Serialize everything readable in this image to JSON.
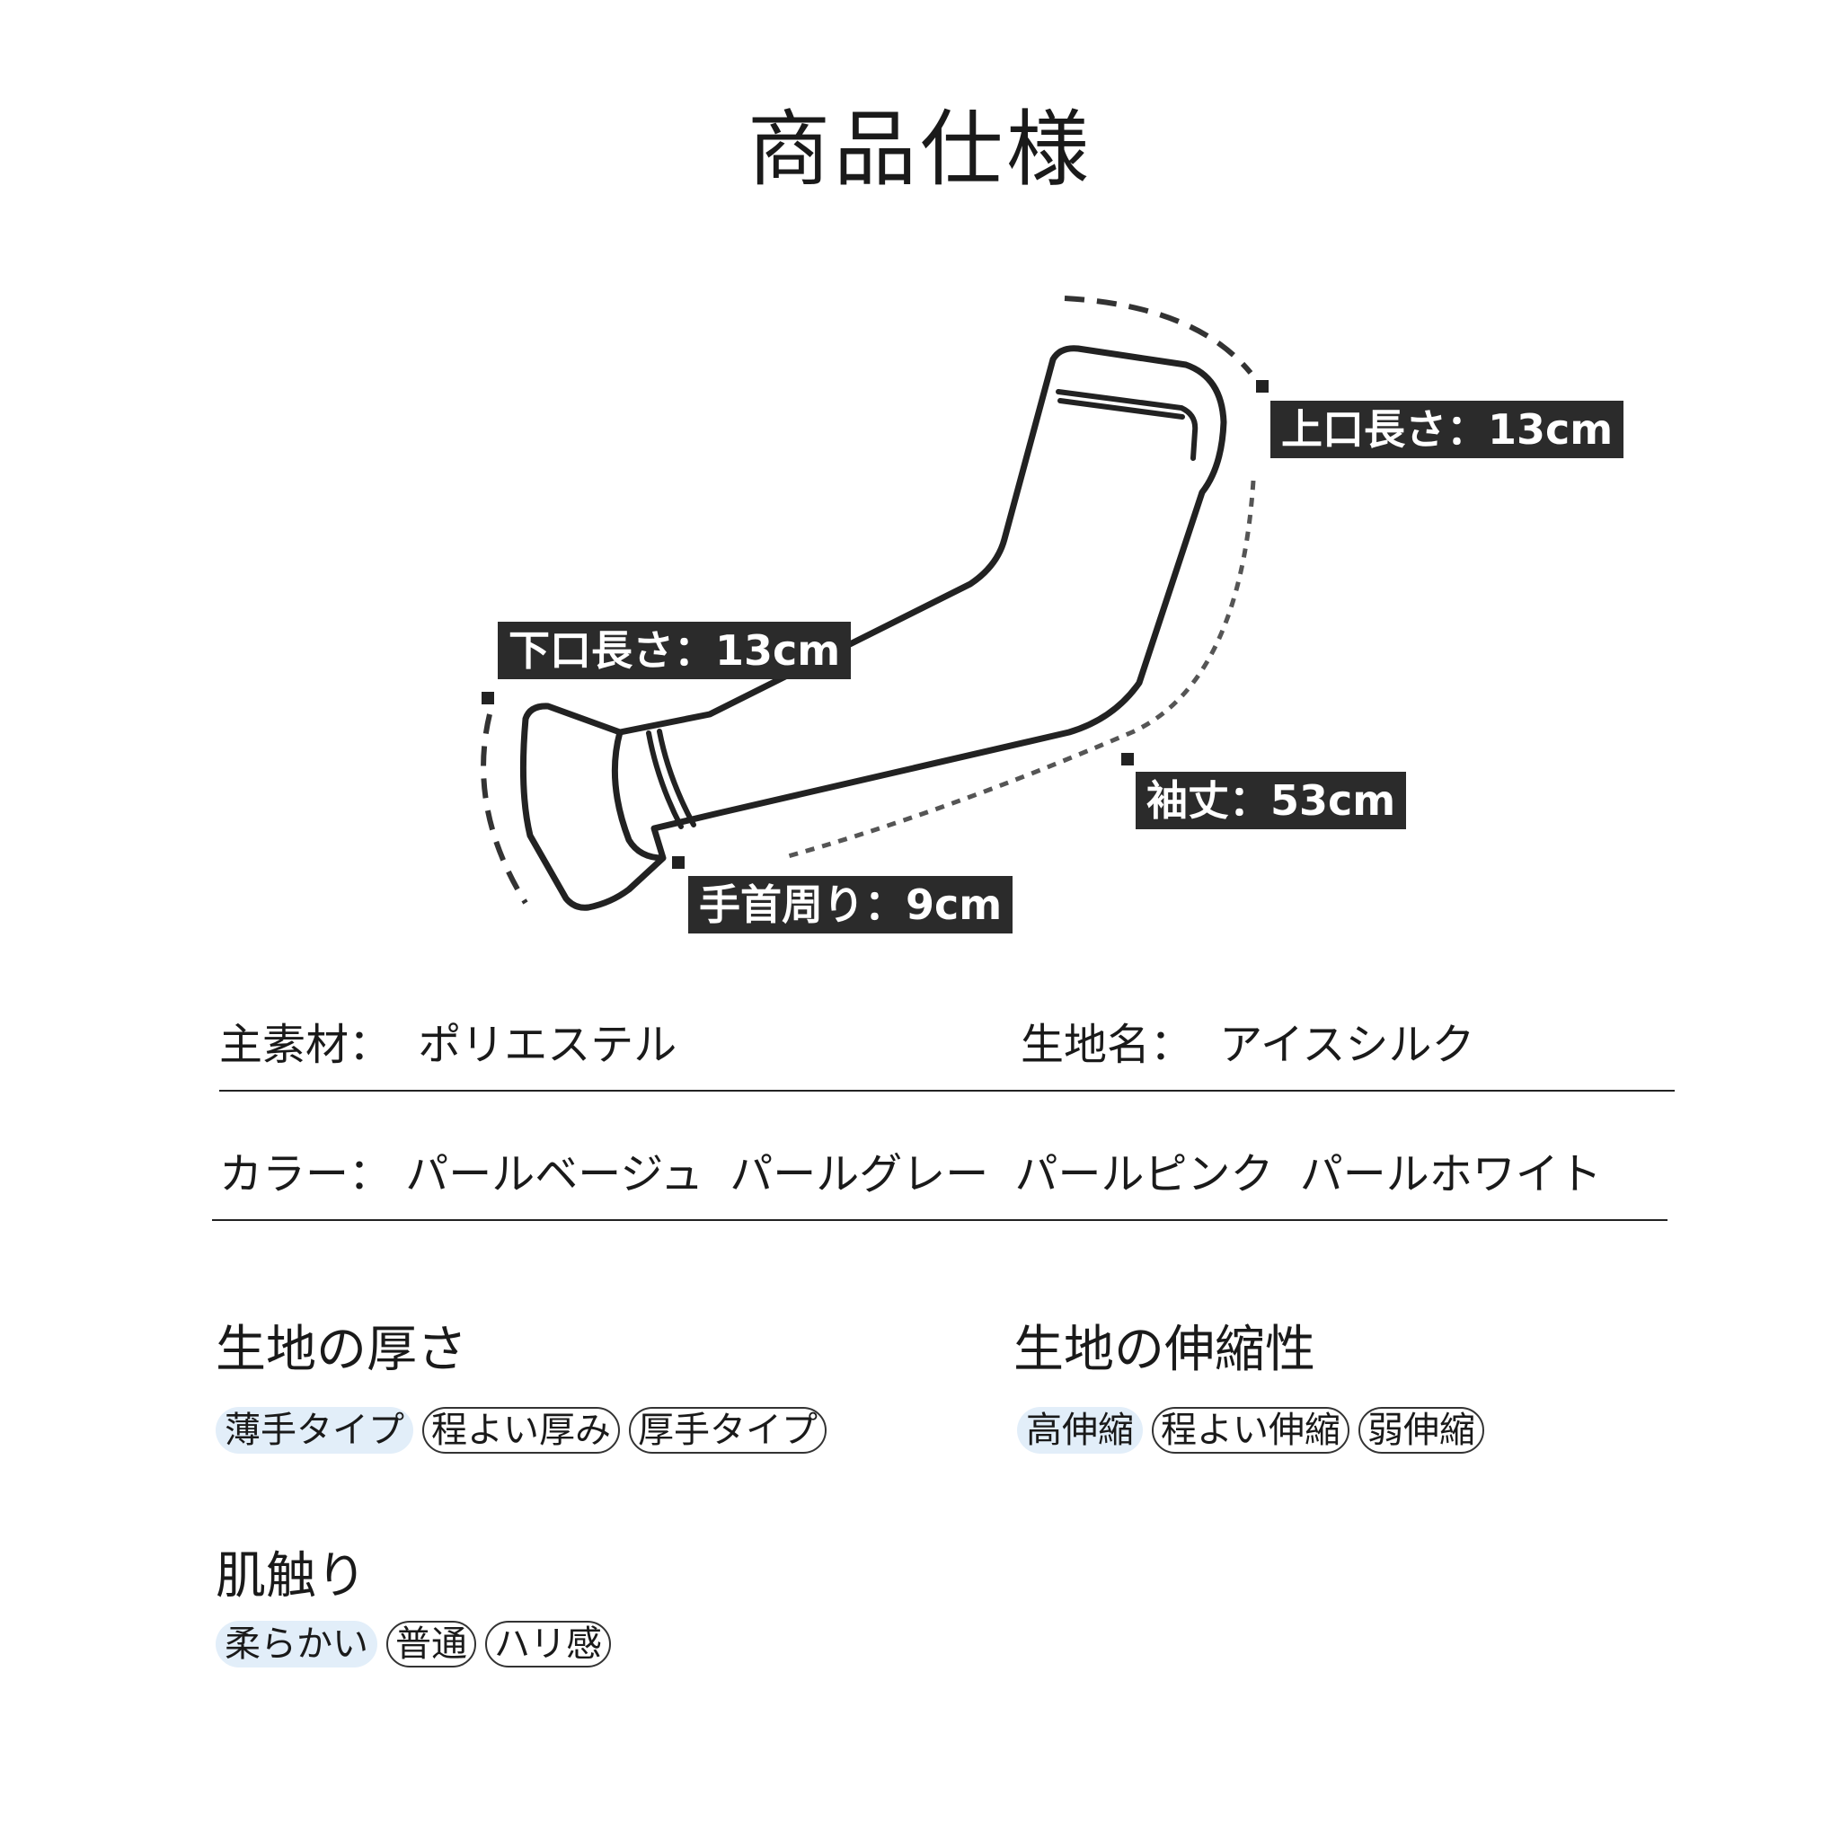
{
  "title": "商品仕様",
  "diagram": {
    "labels": {
      "top_opening": "上口長さ：13cm",
      "bottom_opening": "下口長さ：13cm",
      "sleeve_length": "袖丈：53cm",
      "wrist": "手首周り：9cm"
    }
  },
  "specs": {
    "material_label": "主素材：",
    "material_value": "ポリエステル",
    "fabric_label": "生地名：",
    "fabric_value": "アイスシルク",
    "color_label": "カラー：",
    "color_values": [
      "パールベージュ",
      "パールグレー",
      "パールピンク",
      "パールホワイト"
    ]
  },
  "sections": {
    "thickness": {
      "title": "生地の厚さ",
      "options": [
        "薄手タイプ",
        "程よい厚み",
        "厚手タイプ"
      ],
      "selected_index": 0
    },
    "stretch": {
      "title": "生地の伸縮性",
      "options": [
        "高伸縮",
        "程よい伸縮",
        "弱伸縮"
      ],
      "selected_index": 0
    },
    "texture": {
      "title": "肌触り",
      "options": [
        "柔らかい",
        "普通",
        "ハリ感"
      ],
      "selected_index": 0
    }
  },
  "colors": {
    "selected_chip_bg": "#e2eef9",
    "label_bg": "#2b2b2b",
    "line": "#222222"
  }
}
